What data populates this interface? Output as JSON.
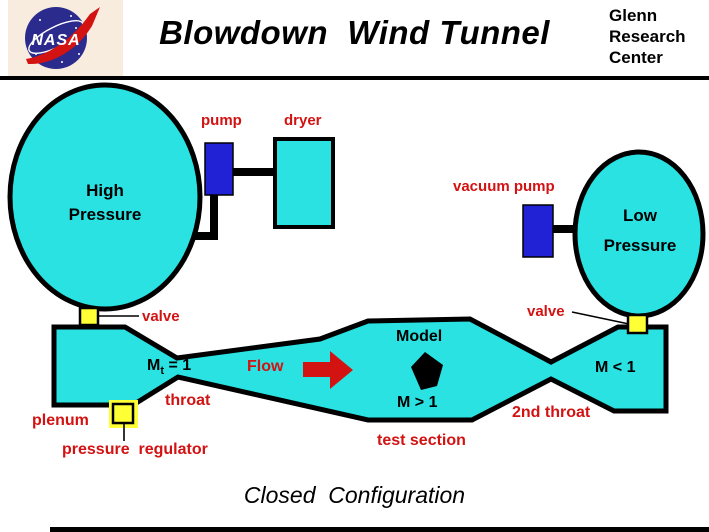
{
  "colors": {
    "cyan": "#2ae2e2",
    "blue": "#2121d6",
    "red": "#d31212",
    "yellow": "#ffff35",
    "navy": "#2b2b8e"
  },
  "header": {
    "logo_text": "NASA",
    "title": "Blowdown  Wind Tunnel",
    "org_line1": "Glenn",
    "org_line2": "Research",
    "org_line3": "Center"
  },
  "labels": {
    "pump": "pump",
    "dryer": "dryer",
    "vacuum_pump": "vacuum pump",
    "valve_left": "valve",
    "valve_right": "valve",
    "high_pressure_line1": "High",
    "high_pressure_line2": "Pressure",
    "low_pressure_line1": "Low",
    "low_pressure_line2": "Pressure",
    "plenum": "plenum",
    "pressure_regulator": "pressure  regulator",
    "throat": "throat",
    "second_throat": "2nd throat",
    "test_section": "test section",
    "flow": "Flow",
    "model": "Model",
    "mach_throat_base": "M",
    "mach_throat_sub": "t",
    "mach_throat_eq": " = 1",
    "mach_test_section": "M > 1",
    "mach_exit": "M < 1"
  },
  "footer": {
    "caption": "Closed  Configuration"
  }
}
